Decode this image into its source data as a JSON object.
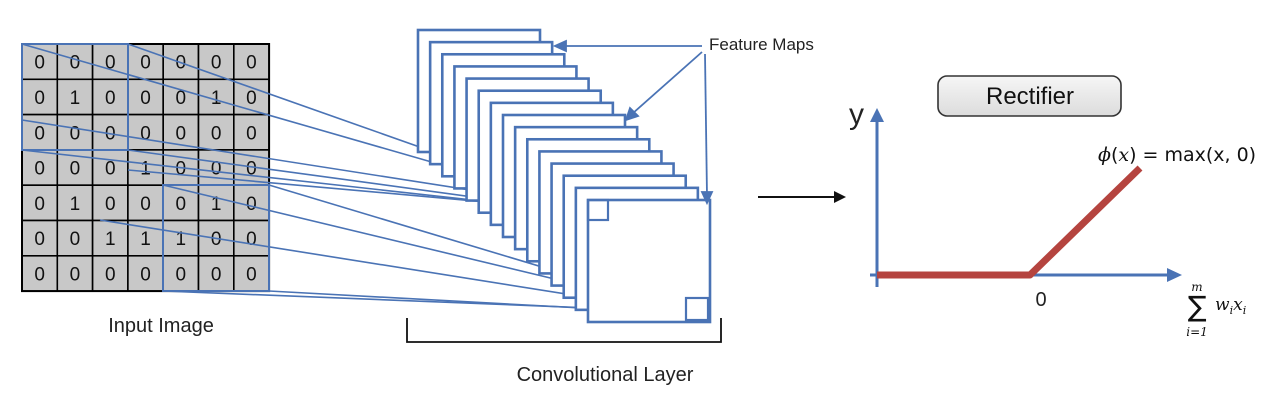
{
  "input_image": {
    "label": "Input Image",
    "grid": [
      [
        "0",
        "0",
        "0",
        "0",
        "0",
        "0",
        "0"
      ],
      [
        "0",
        "1",
        "0",
        "0",
        "0",
        "1",
        "0"
      ],
      [
        "0",
        "0",
        "0",
        "0",
        "0",
        "0",
        "0"
      ],
      [
        "0",
        "0",
        "0",
        "1",
        "0",
        "0",
        "0"
      ],
      [
        "0",
        "1",
        "0",
        "0",
        "0",
        "1",
        "0"
      ],
      [
        "0",
        "0",
        "1",
        "1",
        "1",
        "0",
        "0"
      ],
      [
        "0",
        "0",
        "0",
        "0",
        "0",
        "0",
        "0"
      ]
    ]
  },
  "convolutional_layer": {
    "label": "Convolutional Layer",
    "feature_maps_label": "Feature Maps"
  },
  "rectifier": {
    "title": "Rectifier",
    "y_axis_label": "y",
    "origin_label": "0",
    "formula": {
      "phi": "ϕ",
      "open": "(",
      "x": "x",
      "close": ")",
      "eq": "=",
      "max": "max",
      "args": "(x, 0)"
    },
    "sum": {
      "symbol": "∑",
      "upper": "m",
      "lower": "i=1",
      "term_w": "w",
      "term_wi": "i",
      "term_x": "x",
      "term_xi": "i"
    }
  },
  "colors": {
    "grid_fill": "#c8c8c8",
    "grid_border": "#000000",
    "blue": "#4a73b5",
    "relu_red": "#b5443f",
    "button_fill": "#ececec"
  }
}
